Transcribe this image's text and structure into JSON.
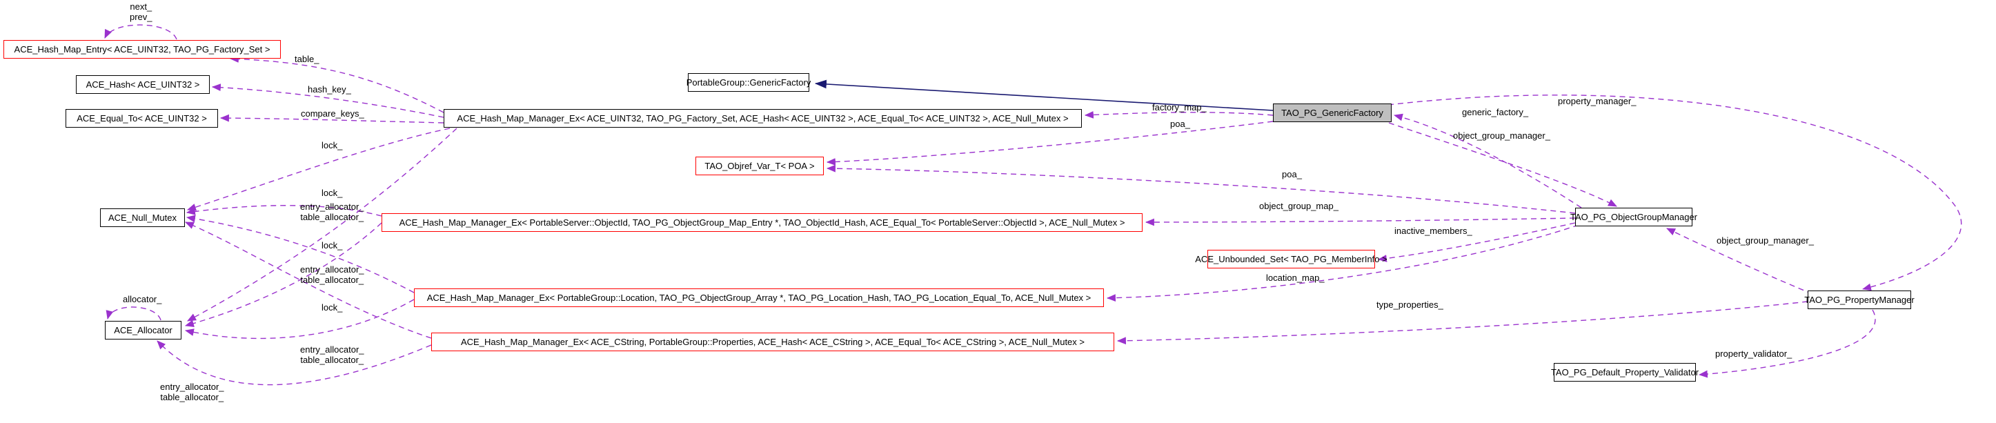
{
  "colors": {
    "edge": "#9a32cd",
    "inheritance": "#191970",
    "node_border": "#000000",
    "node_border_truncated": "#ff0000",
    "highlight_fill": "#bfbfbf",
    "background": "#ffffff"
  },
  "nodes": {
    "hash_map_entry": "ACE_Hash_Map_Entry< ACE_UINT32, TAO_PG_Factory_Set >",
    "ace_hash_uint32": "ACE_Hash< ACE_UINT32 >",
    "ace_equal_to_uint32": "ACE_Equal_To< ACE_UINT32 >",
    "factory_map": "ACE_Hash_Map_Manager_Ex< ACE_UINT32, TAO_PG_Factory_Set, ACE_Hash< ACE_UINT32 >, ACE_Equal_To< ACE_UINT32 >, ACE_Null_Mutex >",
    "portablegroup_genericfactory": "PortableGroup::GenericFactory",
    "tao_pg_genericfactory": "TAO_PG_GenericFactory",
    "objref_var_poa": "TAO_Objref_Var_T< POA >",
    "object_group_map": "ACE_Hash_Map_Manager_Ex< PortableServer::ObjectId, TAO_PG_ObjectGroup_Map_Entry *, TAO_ObjectId_Hash, ACE_Equal_To< PortableServer::ObjectId >, ACE_Null_Mutex >",
    "unbounded_set_memberinfo": "ACE_Unbounded_Set< TAO_PG_MemberInfo >",
    "tao_pg_objectgroupmanager": "TAO_PG_ObjectGroupManager",
    "location_map": "ACE_Hash_Map_Manager_Ex< PortableGroup::Location, TAO_PG_ObjectGroup_Array *, TAO_PG_Location_Hash, TAO_PG_Location_Equal_To, ACE_Null_Mutex >",
    "properties_map": "ACE_Hash_Map_Manager_Ex< ACE_CString, PortableGroup::Properties, ACE_Hash< ACE_CString >, ACE_Equal_To< ACE_CString >, ACE_Null_Mutex >",
    "tao_pg_propertymanager": "TAO_PG_PropertyManager",
    "tao_pg_default_property_validator": "TAO_PG_Default_Property_Validator",
    "ace_null_mutex": "ACE_Null_Mutex",
    "ace_allocator": "ACE_Allocator"
  },
  "edge_labels": {
    "next_prev": "next_\nprev_",
    "table": "table_",
    "hash_key": "hash_key_",
    "compare_keys": "compare_keys_",
    "lock_factory_map": "lock_",
    "lock_object_group_map": "lock_",
    "entry_allocator_factory_map": "entry_allocator_\ntable_allocator_",
    "lock_location_map": "lock_",
    "entry_allocator_object_group_map": "entry_allocator_\ntable_allocator_",
    "lock_properties_map": "lock_",
    "allocator": "allocator_",
    "entry_allocator_location_map": "entry_allocator_\ntable_allocator_",
    "entry_allocator_properties_map": "entry_allocator_\ntable_allocator_",
    "factory_map": "factory_map_",
    "poa_generic_factory": "poa_",
    "poa_object_group_manager": "poa_",
    "object_group_map": "object_group_map_",
    "inactive_members": "inactive_members_",
    "location_map": "location_map_",
    "generic_factory": "generic_factory_",
    "object_group_manager_from_factory": "object_group_manager_",
    "property_manager": "property_manager_",
    "object_group_manager_from_property": "object_group_manager_",
    "type_properties": "type_properties_",
    "property_validator": "property_validator_"
  }
}
